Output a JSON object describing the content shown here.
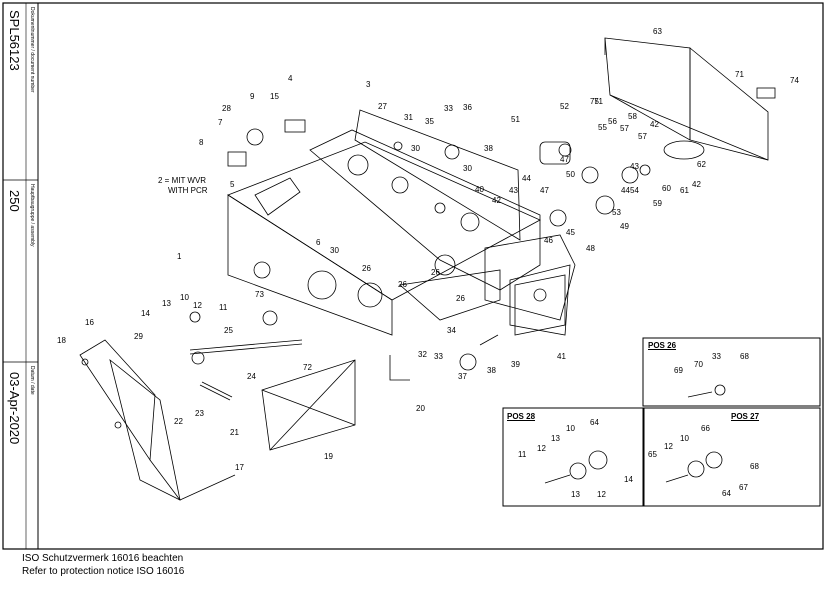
{
  "title_block": {
    "doc_label": "Dokumentnummer / document number",
    "doc_value": "SPL56123",
    "assembly_label": "Hauptbaugruppe / assembly",
    "assembly_value": "250",
    "date_label": "Datum / date",
    "date_value": "03-Apr-2020"
  },
  "note": {
    "line1": "2 = MIT WVR",
    "line2": "WITH PCR"
  },
  "footer": {
    "line1": "ISO Schutzvermerk 16016 beachten",
    "line2": "Refer to protection notice ISO 16016"
  },
  "detail_boxes": {
    "pos26": {
      "title": "POS 26",
      "callouts": [
        "69",
        "70",
        "33",
        "68"
      ]
    },
    "pos28": {
      "title": "POS 28",
      "callouts": [
        "11",
        "12",
        "13",
        "10",
        "64",
        "14",
        "13",
        "12"
      ]
    },
    "pos27": {
      "title": "POS 27",
      "callouts": [
        "65",
        "12",
        "10",
        "66",
        "68",
        "64",
        "67"
      ]
    }
  },
  "callouts": [
    "1",
    "3",
    "4",
    "5",
    "6",
    "7",
    "8",
    "9",
    "10",
    "11",
    "12",
    "13",
    "14",
    "15",
    "16",
    "17",
    "18",
    "19",
    "20",
    "21",
    "22",
    "23",
    "24",
    "25",
    "26",
    "26",
    "26",
    "26",
    "27",
    "28",
    "29",
    "30",
    "30",
    "30",
    "31",
    "32",
    "33",
    "33",
    "34",
    "35",
    "36",
    "37",
    "38",
    "38",
    "39",
    "40",
    "41",
    "42",
    "42",
    "42",
    "43",
    "43",
    "44",
    "44",
    "45",
    "46",
    "47",
    "47",
    "48",
    "49",
    "50",
    "51",
    "52",
    "53",
    "54",
    "55",
    "56",
    "57",
    "57",
    "58",
    "59",
    "60",
    "61",
    "62",
    "63",
    "71",
    "71",
    "72",
    "73",
    "74",
    "75"
  ]
}
